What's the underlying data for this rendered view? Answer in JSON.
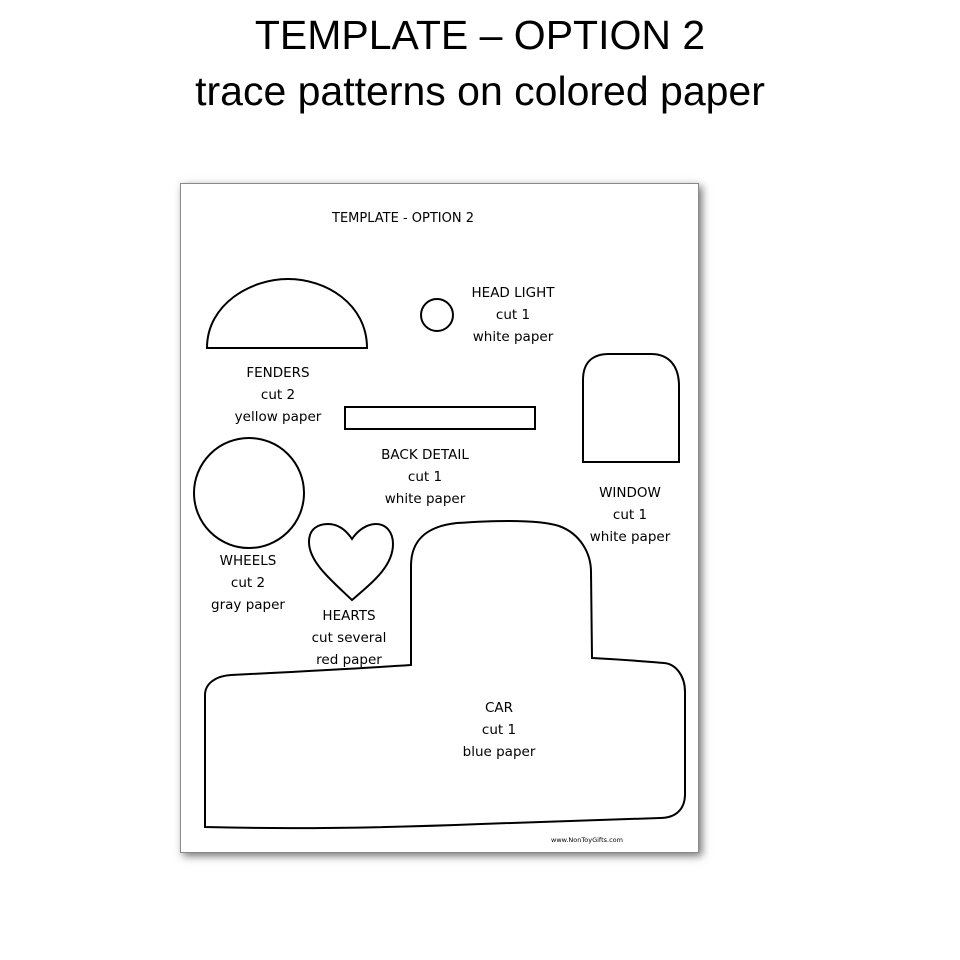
{
  "slide": {
    "title_line1": "TEMPLATE – OPTION 2",
    "title_line2": "trace patterns on colored paper"
  },
  "sheet": {
    "title": "TEMPLATE - OPTION 2",
    "credit": "www.NonToyGifts.com",
    "outline_color": "#000000",
    "pieces": [
      {
        "name": "HEAD LIGHT",
        "count": "cut 1",
        "paper": "white paper"
      },
      {
        "name": "FENDERS",
        "count": "cut 2",
        "paper": "yellow paper"
      },
      {
        "name": "BACK DETAIL",
        "count": "cut 1",
        "paper": "white paper"
      },
      {
        "name": "WINDOW",
        "count": "cut 1",
        "paper": "white paper"
      },
      {
        "name": "WHEELS",
        "count": "cut 2",
        "paper": "gray paper"
      },
      {
        "name": "HEARTS",
        "count": "cut several",
        "paper": "red paper"
      },
      {
        "name": "CAR",
        "count": "cut 1",
        "paper": "blue paper"
      }
    ]
  }
}
